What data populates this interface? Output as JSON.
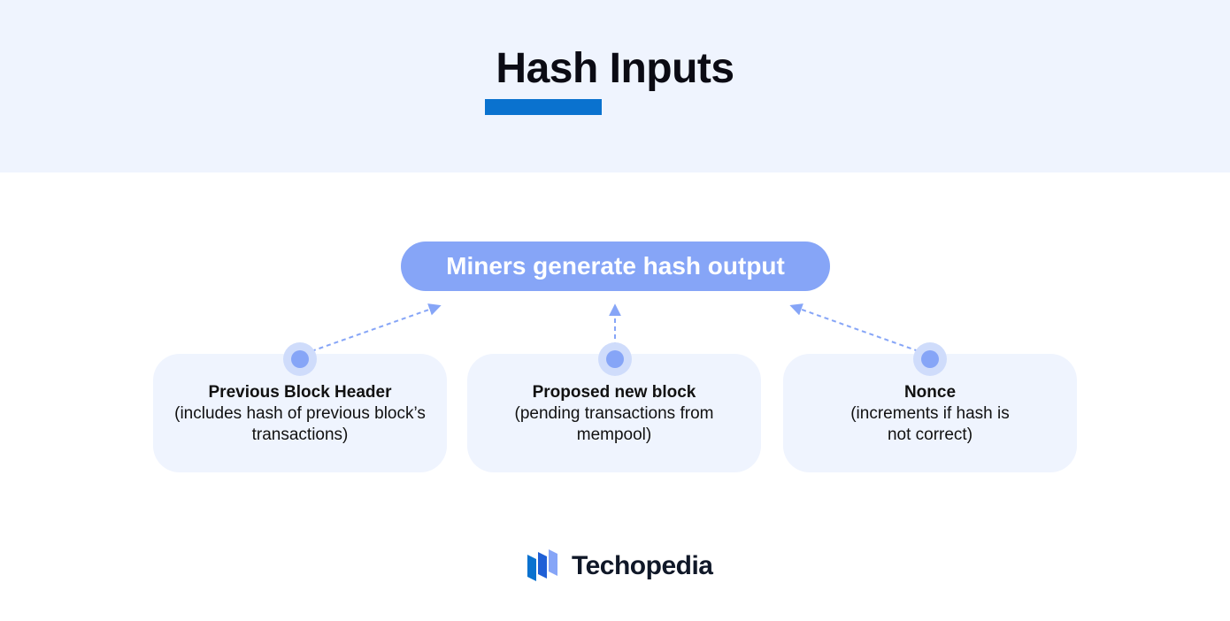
{
  "header": {
    "title": "Hash Inputs",
    "accent_color": "#0a72cf",
    "band_color": "#eff4fe"
  },
  "diagram": {
    "target": {
      "label": "Miners generate hash output",
      "color": "#86a5f7"
    },
    "inputs": [
      {
        "title": "Previous Block Header",
        "description": "(includes hash of previous block’s transactions)"
      },
      {
        "title": "Proposed new block",
        "description": "(pending transactions from mempool)"
      },
      {
        "title": "Nonce",
        "description": "(increments if hash is not correct)"
      }
    ],
    "connector_style": "dashed-arrow"
  },
  "brand": {
    "name": "Techopedia",
    "icon": "techopedia-logo-icon"
  }
}
